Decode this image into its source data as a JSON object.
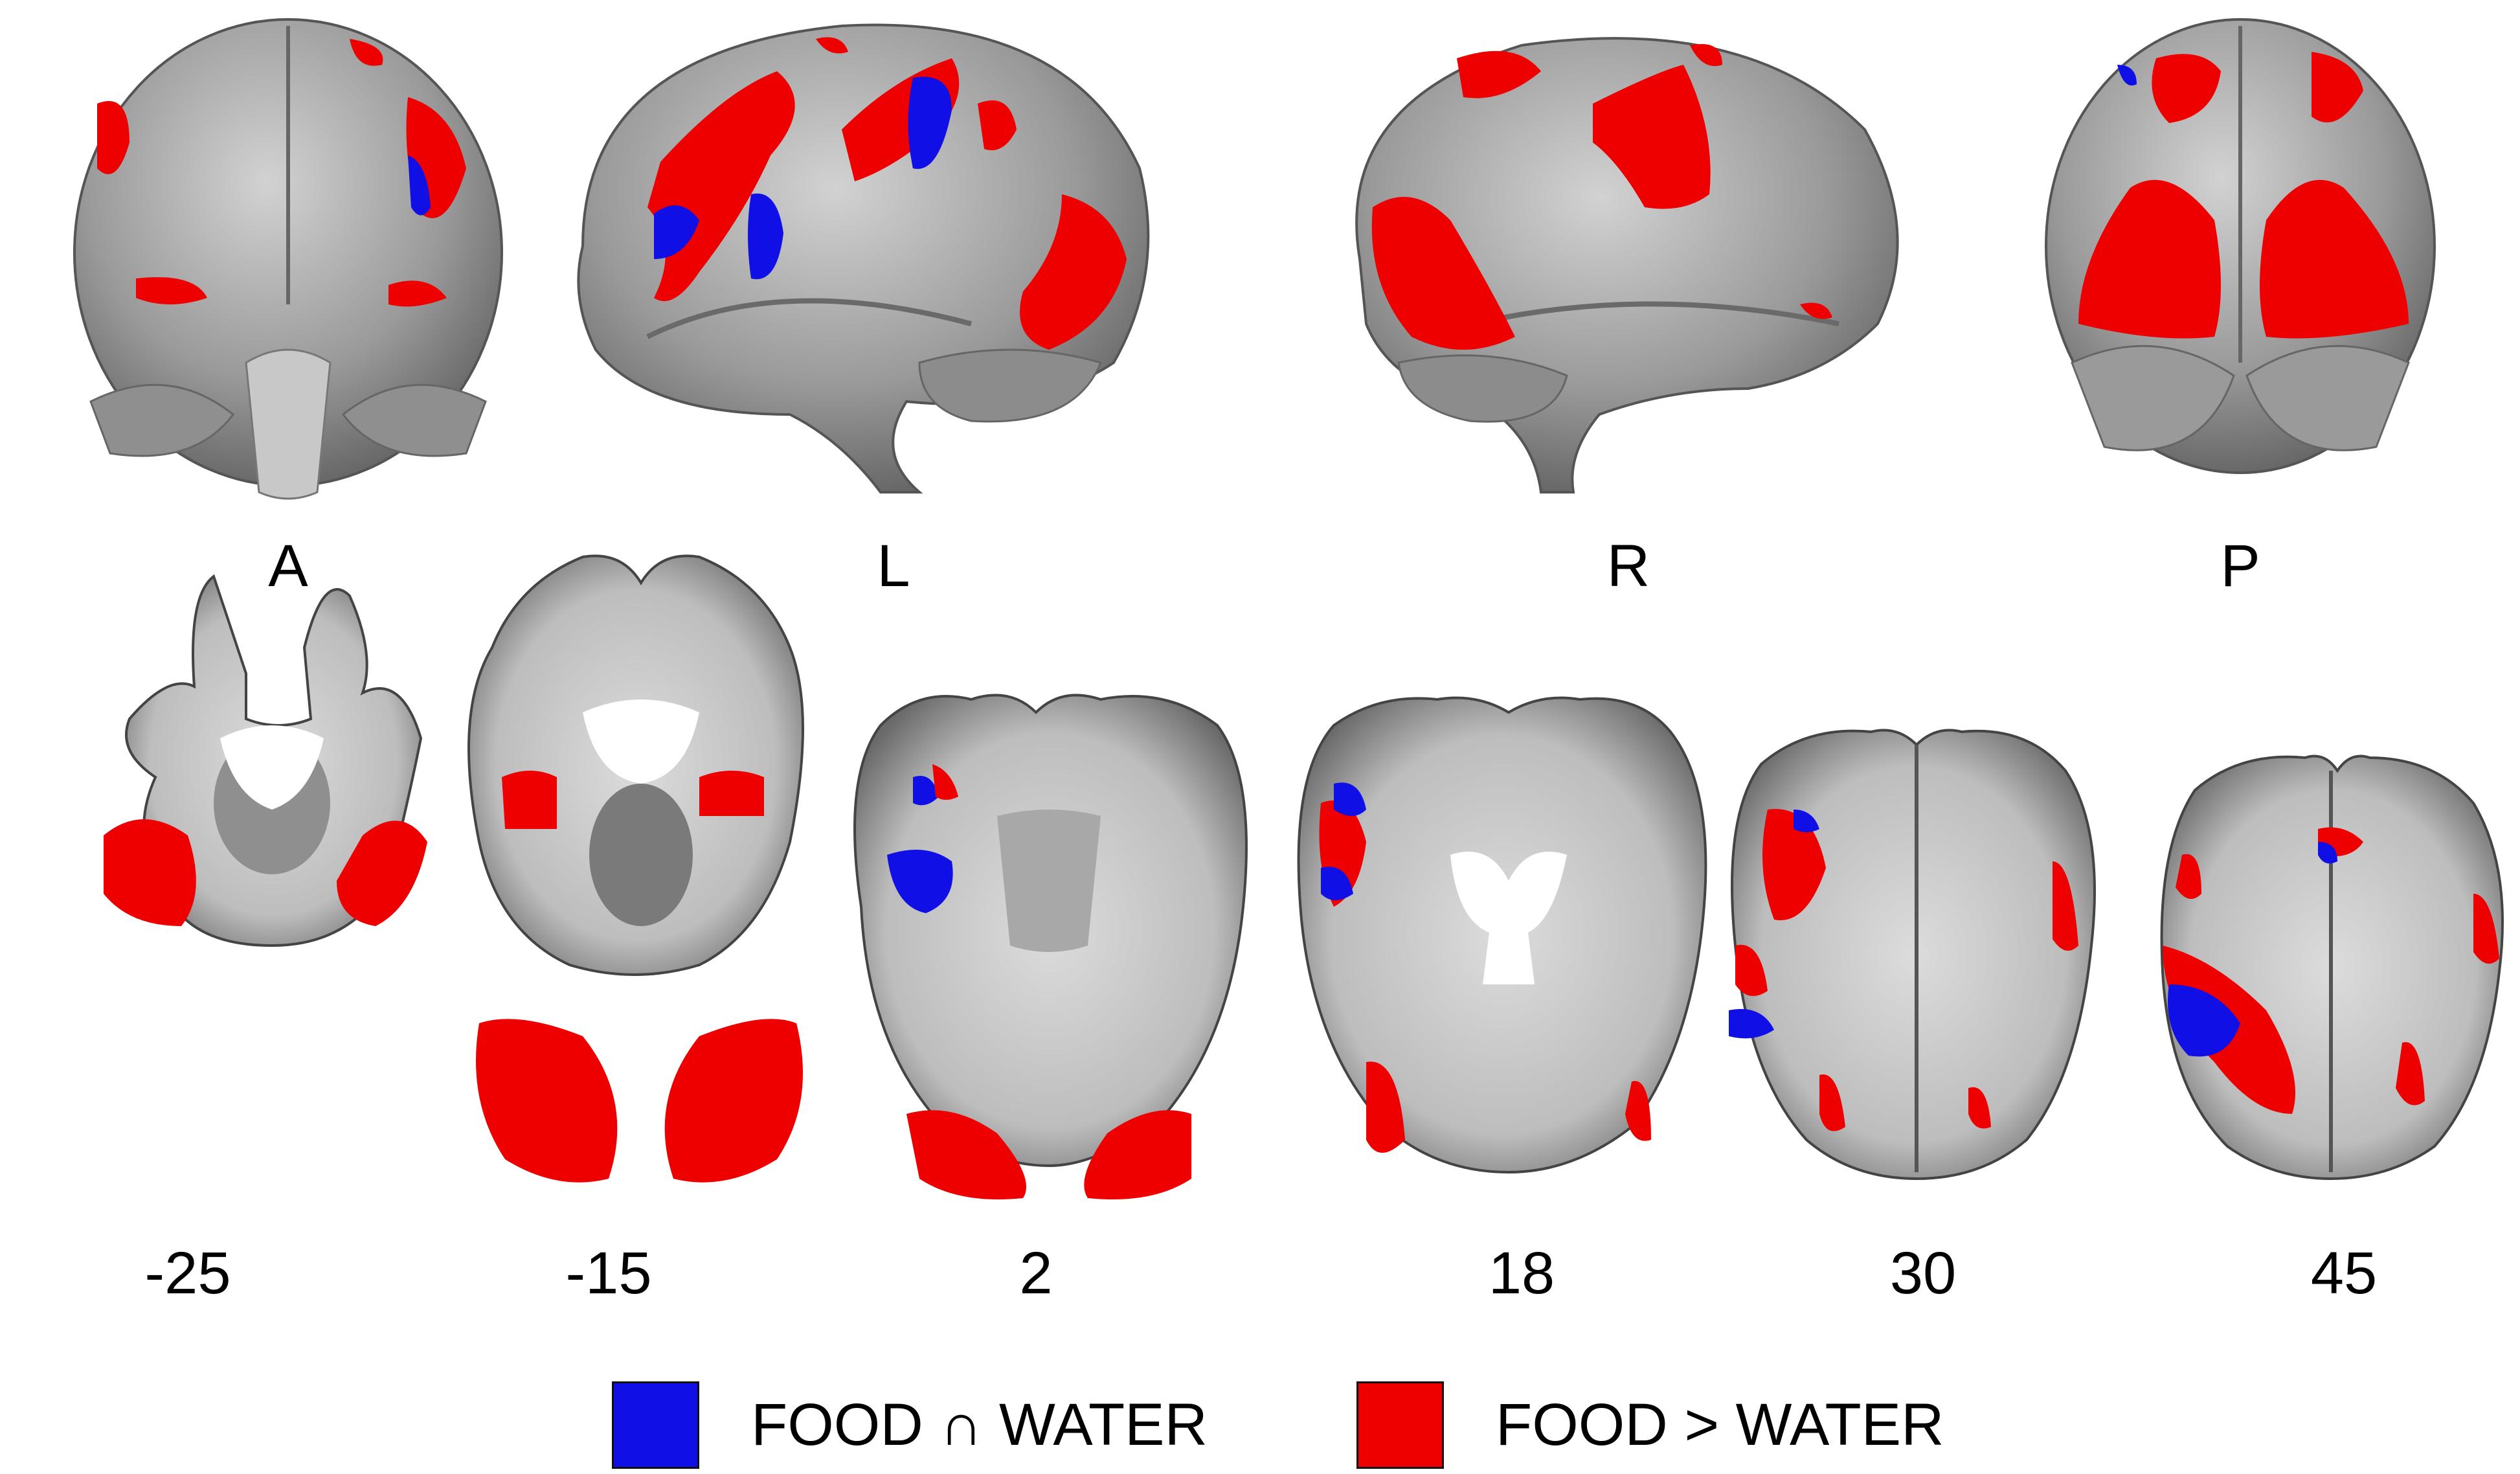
{
  "colors": {
    "overlap": "#1010e6",
    "contrast": "#ee0000",
    "brain_surface": "#9a9a9a",
    "background": "#ffffff"
  },
  "views": [
    {
      "label": "A"
    },
    {
      "label": "L"
    },
    {
      "label": "R"
    },
    {
      "label": "P"
    }
  ],
  "slices": [
    {
      "label": "-25"
    },
    {
      "label": "-15"
    },
    {
      "label": "2"
    },
    {
      "label": "18"
    },
    {
      "label": "30"
    },
    {
      "label": "45"
    }
  ],
  "legend": [
    {
      "label": "FOOD ∩ WATER",
      "color": "#1010e6"
    },
    {
      "label": "FOOD > WATER",
      "color": "#ee0000"
    }
  ]
}
